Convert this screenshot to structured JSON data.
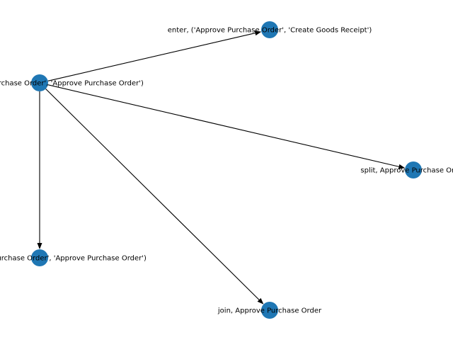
{
  "graph": {
    "node_color": "#1f77b4",
    "edge_color": "#000000",
    "nodes": [
      {
        "id": "source",
        "label": "exit, ('Approve Purchase Order', 'Approve Purchase Order')"
      },
      {
        "id": "n1",
        "label": "enter, ('Approve Purchase Order', 'Create Goods Receipt')"
      },
      {
        "id": "n2",
        "label": "split, Approve Purchase Order"
      },
      {
        "id": "n3",
        "label": "enter, ('Approve Purchase Order', 'Approve Purchase Order')"
      },
      {
        "id": "n4",
        "label": "join, Approve Purchase Order"
      }
    ],
    "edges": [
      {
        "from": "source",
        "to": "n1"
      },
      {
        "from": "source",
        "to": "n2"
      },
      {
        "from": "source",
        "to": "n3"
      },
      {
        "from": "source",
        "to": "n4"
      }
    ]
  }
}
